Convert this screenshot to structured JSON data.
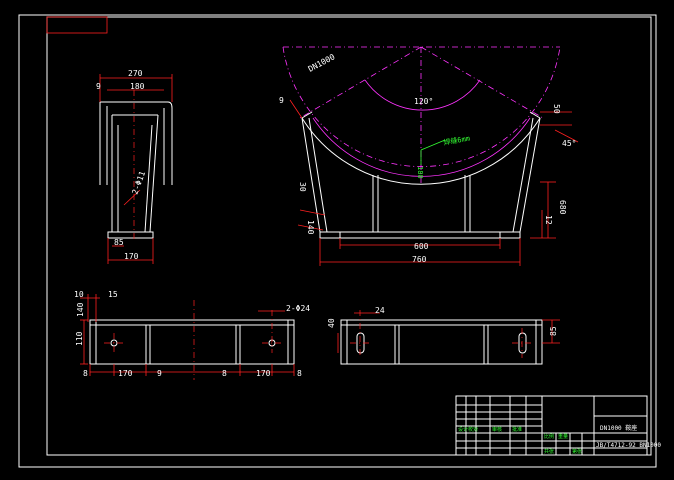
{
  "drawing": {
    "title_block": {
      "name": "DN1000 鞍座",
      "standard": "JB/T4712-92 BN1000",
      "cells": [
        "设计",
        "校对",
        "审核",
        "批准",
        "比例",
        "重量",
        "共张",
        "第张"
      ]
    },
    "front_view": {
      "labels": {
        "dn": "DN1000",
        "angle": "120°",
        "weld": "焊缝6mm",
        "thk": "180",
        "width_bottom": "600",
        "width_total": "760",
        "height": "680",
        "h12": "12",
        "ang45": "45°",
        "d50": "50",
        "d9": "9",
        "d30": "30",
        "d140": "140"
      }
    },
    "side_view": {
      "labels": {
        "w270": "270",
        "w180": "180",
        "d9": "9",
        "w85": "85",
        "w170": "170",
        "holes": "2-Φ11"
      }
    },
    "plan_view_1": {
      "labels": {
        "d10": "10",
        "d15": "15",
        "d110": "110",
        "d140": "140",
        "holes": "2-Φ24",
        "d8a": "8",
        "d170a": "170",
        "d9": "9",
        "d8b": "8",
        "d170b": "170",
        "d8c": "8"
      }
    },
    "plan_view_2": {
      "labels": {
        "d24": "24",
        "d40": "40",
        "d85": "85"
      }
    }
  }
}
